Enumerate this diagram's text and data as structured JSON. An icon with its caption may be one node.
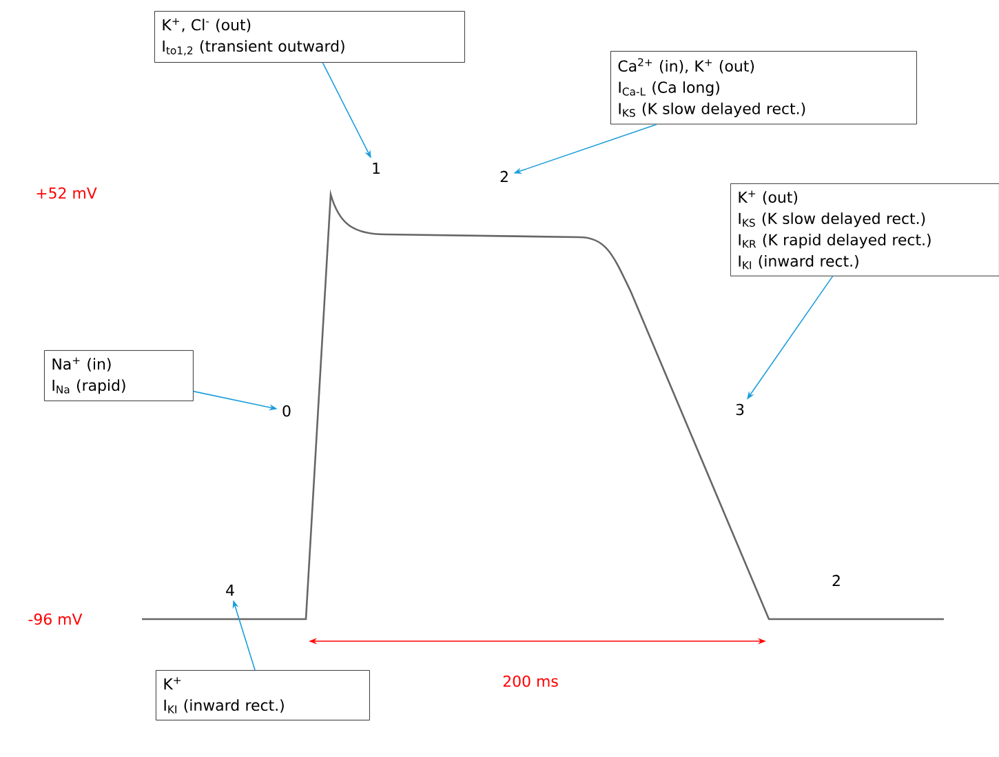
{
  "diagram": {
    "nodes": [
      {
        "text": [
          "K$^{+}$, Cl$^{-}$ (out)",
          "I$_{to1,2}$ (transient outward)"
        ]
      },
      {
        "text": [
          "Ca$^{2+}$ (in), K$^{+}$ (out)",
          "I$_{Ca-L}$ (Ca long)",
          "I$_{KS}$ (K slow delayed rect.)"
        ]
      },
      {
        "text": [
          "K$^{+}$ (out)",
          "I$_{KS}$ (K slow delayed rect.)",
          "I$_{KR}$ (K rapid delayed rect.)",
          "I$_{KI}$ (inward rect.)"
        ]
      },
      {
        "text": [
          "Na$^{+}$ (in)",
          "I$_{Na}$ (rapid)"
        ]
      },
      {
        "text": [
          "K$^{+}$",
          "I$_{KI}$ (inward rect.)"
        ]
      },
      {
        "text": [
          "1"
        ]
      },
      {
        "text": [
          "2"
        ]
      },
      {
        "text": [
          "0"
        ]
      },
      {
        "text": [
          "3"
        ]
      },
      {
        "text": [
          "4"
        ]
      }
    ],
    "edges": [
      {
        "from": 0,
        "to": 5,
        "arrow": "to"
      },
      {
        "from": 1,
        "to": 6,
        "arrow": "to"
      },
      {
        "from": 2,
        "to": 8,
        "arrow": "to"
      },
      {
        "from": 3,
        "to": 7,
        "arrow": "to"
      },
      {
        "from": 4,
        "to": 9,
        "arrow": "to"
      }
    ],
    "labels": [
      "+52 mV",
      "2",
      "-96 mV",
      "200 ms"
    ]
  }
}
